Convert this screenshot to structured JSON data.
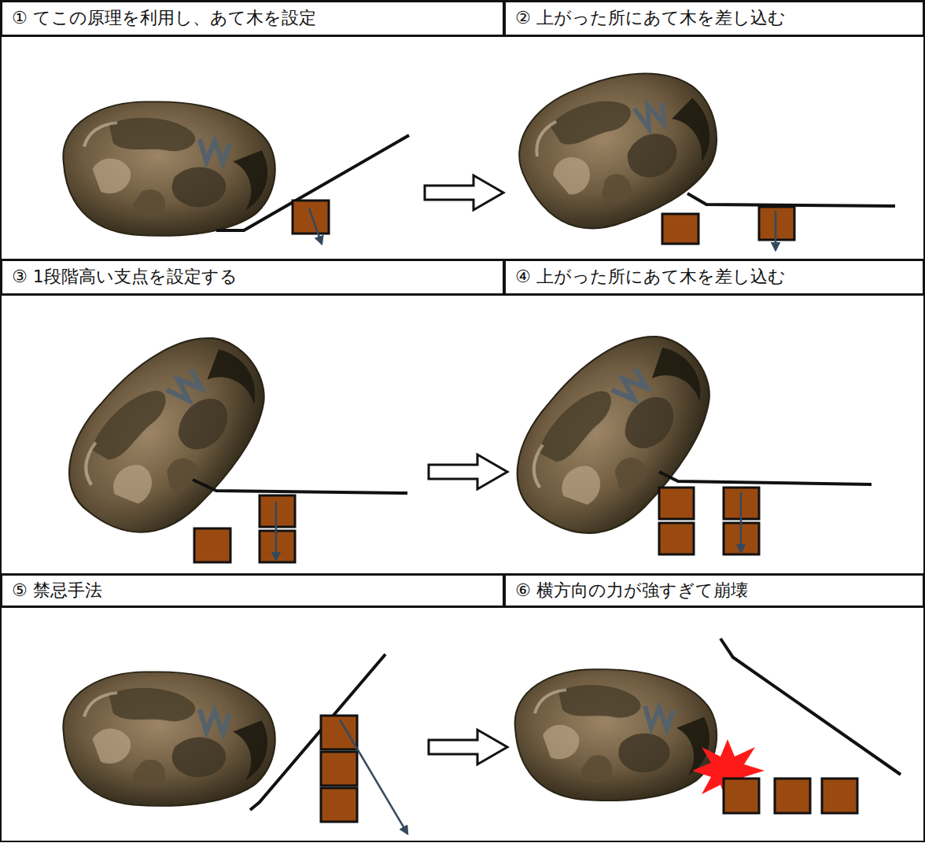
{
  "diagram": {
    "nodes": [
      {
        "text": [
          "① てこの原理を利用し、あて木を設定"
        ]
      },
      {
        "text": [
          "② 上がった所にあて木を差し込む"
        ]
      },
      {
        "text": [
          "③ 1段階高い支点を設定する"
        ]
      },
      {
        "text": [
          "④ 上がった所にあて木を差し込む"
        ]
      },
      {
        "text": [
          "⑤ 禁忌手法"
        ]
      },
      {
        "text": [
          "⑥ 横方向の力が強すぎて崩壊"
        ]
      }
    ]
  }
}
